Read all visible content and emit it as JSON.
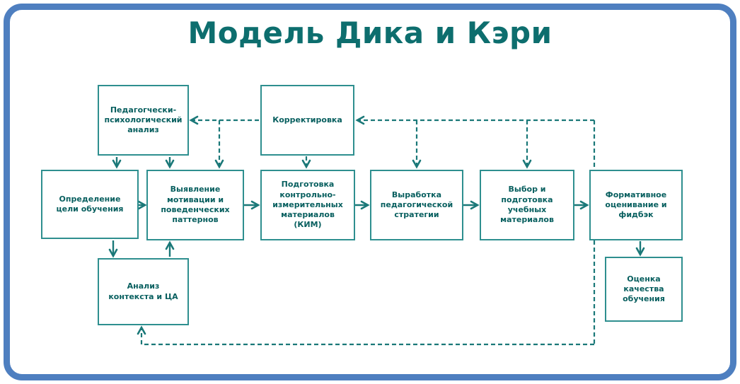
{
  "title": "Модель Дика и Кэри",
  "colors": {
    "frame_blue": "#4e7fc0",
    "accent_teal": "#1a7878",
    "node_border_teal": "#2e8f8f",
    "text_teal": "#085f5f",
    "title_teal": "#0d6e6e"
  },
  "nodes": {
    "ped_analysis": "Педагогчески-психологический анализ",
    "korrektirovka": "Корректировка",
    "opredelenie": "Определение цели обучения",
    "vyyavlenie": "Выявление мотивации и поведенческих паттернов",
    "podgotovka": "Подготовка контрольно-измерительных материалов (КИМ)",
    "vyrabotka": "Выработка педагогической стратегии",
    "vybor": "Выбор и подготовка учебных материалов",
    "formativnoe": "Формативное оценивание и фидбэк",
    "analiz": "Анализ контекста и ЦА",
    "ocenka": "Оценка качества обучения"
  },
  "edges": [
    {
      "from": "ped_analysis",
      "to": "opredelenie",
      "style": "solid"
    },
    {
      "from": "ped_analysis",
      "to": "vyyavlenie",
      "style": "solid"
    },
    {
      "from": "opredelenie",
      "to": "vyyavlenie",
      "style": "solid"
    },
    {
      "from": "vyyavlenie",
      "to": "podgotovka",
      "style": "solid"
    },
    {
      "from": "podgotovka",
      "to": "vyrabotka",
      "style": "solid"
    },
    {
      "from": "vyrabotka",
      "to": "vybor",
      "style": "solid"
    },
    {
      "from": "vybor",
      "to": "formativnoe",
      "style": "solid"
    },
    {
      "from": "opredelenie",
      "to": "analiz",
      "style": "solid"
    },
    {
      "from": "analiz",
      "to": "vyyavlenie",
      "style": "solid"
    },
    {
      "from": "formativnoe",
      "to": "ocenka",
      "style": "solid"
    },
    {
      "from": "korrektirovka",
      "to": "ped_analysis",
      "style": "dashed"
    },
    {
      "from": "korrektirovka",
      "to": "vyyavlenie",
      "style": "dashed"
    },
    {
      "from": "korrektirovka",
      "to": "podgotovka",
      "style": "dashed"
    },
    {
      "from": "formativnoe",
      "to": "korrektirovka",
      "style": "dashed"
    },
    {
      "from": "formativnoe",
      "to": "vyrabotka",
      "style": "dashed"
    },
    {
      "from": "formativnoe",
      "to": "vybor",
      "style": "dashed"
    },
    {
      "from": "formativnoe",
      "to": "analiz",
      "style": "dashed"
    }
  ]
}
